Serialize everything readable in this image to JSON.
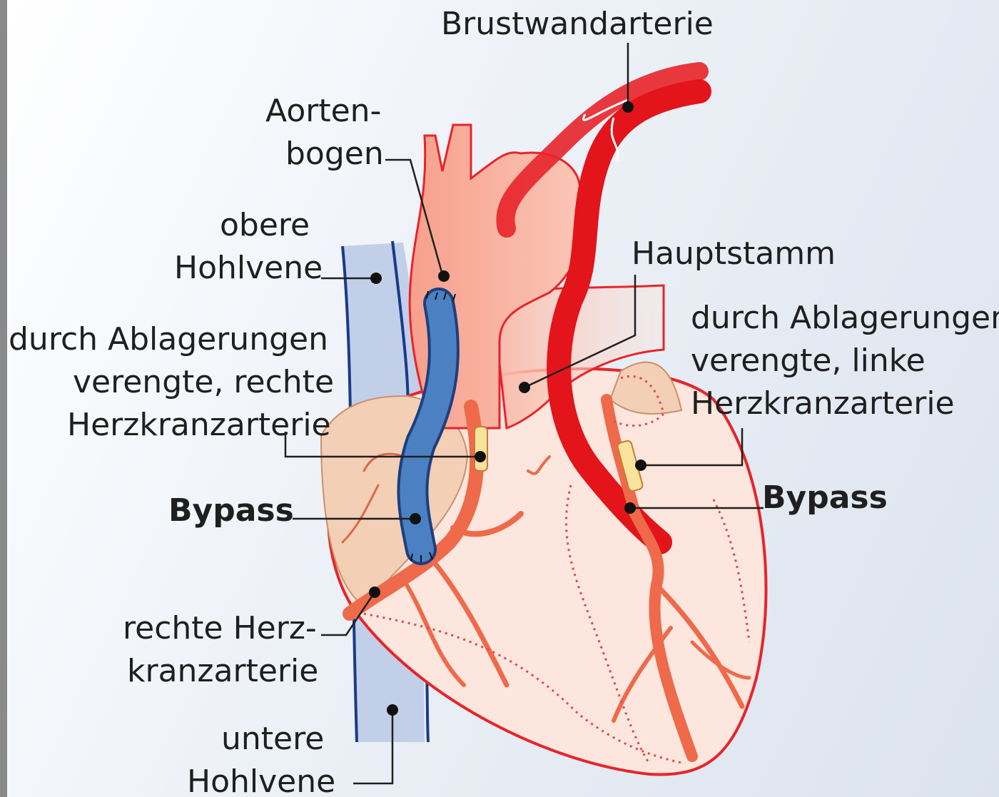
{
  "labels": {
    "brustwandarterie": "Brustwandarterie",
    "aortenbogen_1": "Aorten-",
    "aortenbogen_2": "bogen",
    "obere_hohlvene_1": "obere",
    "obere_hohlvene_2": "Hohlvene",
    "hauptstamm": "Hauptstamm",
    "rechts_verengt_1": "durch Ablagerungen",
    "rechts_verengt_2": "verengte, rechte",
    "rechts_verengt_3": "Herzkranzarterie",
    "links_verengt_1": "durch Ablagerungen",
    "links_verengt_2": "verengte, linke",
    "links_verengt_3": "Herzkranzarterie",
    "bypass_left": "Bypass",
    "bypass_right": "Bypass",
    "rechte_herz_1": "rechte Herz-",
    "rechte_herz_2": "kranzarterie",
    "untere_hohlvene_1": "untere",
    "untere_hohlvene_2": "Hohlvene"
  },
  "colors": {
    "artery_red": "#e8242a",
    "heart_fill": "#fde7df",
    "aorta_fill": "#f7a493",
    "vein_blue": "#3e74b8",
    "vena_cava": "#b9c8e6",
    "atrium": "#f3cdb0",
    "coronary": "#ee6a4a",
    "plaque": "#f7e39b"
  }
}
